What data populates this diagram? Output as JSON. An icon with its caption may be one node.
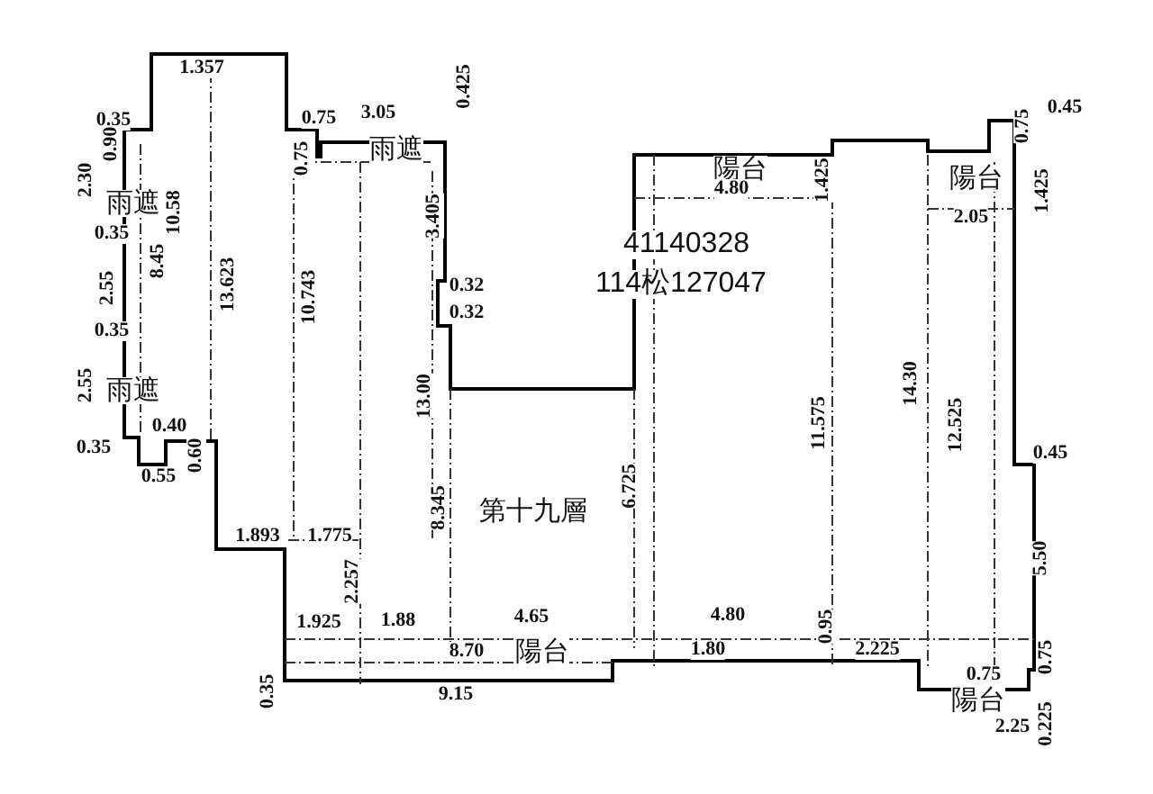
{
  "diagram": {
    "labels": [
      "1.357",
      "0.75",
      "3.05",
      "0.425",
      "0.35",
      "0.90",
      "0.75",
      "雨遮",
      "陽台",
      "0.75",
      "0.45",
      "2.30",
      "4.80",
      "1.425",
      "陽台",
      "1.425",
      "雨遮",
      "2.05",
      "10.58",
      "0.35",
      "8.45",
      "3.405",
      "41140328",
      "114松127047",
      "13.623",
      "2.55",
      "0.32",
      "0.32",
      "10.743",
      "0.35",
      "2.55",
      "雨遮",
      "13.00",
      "14.30",
      "11.575",
      "12.525",
      "0.40",
      "0.35",
      "0.60",
      "0.45",
      "0.55",
      "6.725",
      "8.345",
      "第十九層",
      "1.893",
      "1.775",
      "5.50",
      "2.257",
      "4.65",
      "4.80",
      "1.925",
      "1.88",
      "0.95",
      "8.70",
      "陽台",
      "1.80",
      "2.225",
      "0.75",
      "0.75",
      "9.15",
      "陽台",
      "0.35",
      "2.25",
      "0.225"
    ]
  }
}
